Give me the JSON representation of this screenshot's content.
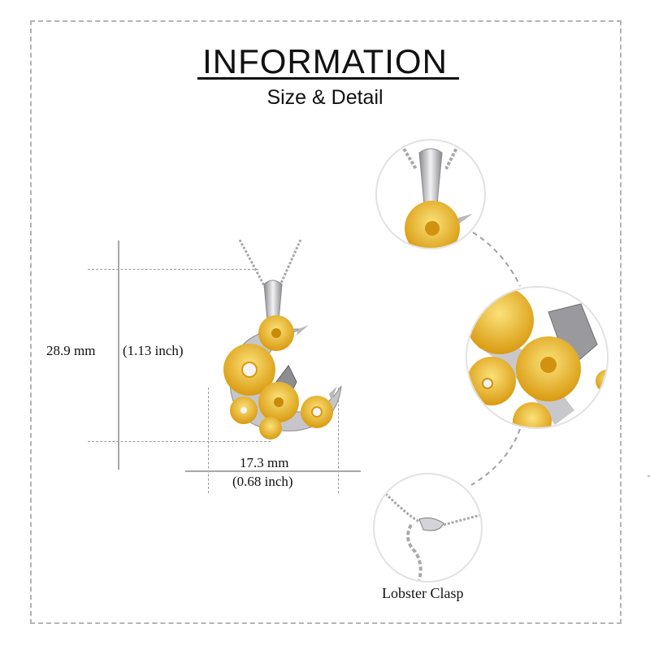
{
  "header": {
    "title": "INFORMATION",
    "subtitle": "Size & Detail"
  },
  "dimensions": {
    "height_mm": "28.9 mm",
    "height_inch": "(1.13 inch)",
    "width_mm": "17.3 mm",
    "width_inch": "(0.68 inch)"
  },
  "product": {
    "description": "Crescent moon pendant with gold sunflowers and silver butterfly on chain",
    "colors": {
      "gold": "#e8b21f",
      "gold_light": "#f6d35a",
      "silver": "#b8b8bc",
      "silver_dark": "#7c7c80"
    }
  },
  "details": [
    {
      "name": "bail-detail",
      "caption": ""
    },
    {
      "name": "sunflower-butterfly-detail",
      "caption": ""
    },
    {
      "name": "lobster-clasp-detail",
      "caption": "Lobster  Clasp"
    }
  ],
  "styles": {
    "frame_border": "#b4b4b4",
    "dim_line": "#9a9a9a",
    "circle_border": "#e2e2e2"
  }
}
